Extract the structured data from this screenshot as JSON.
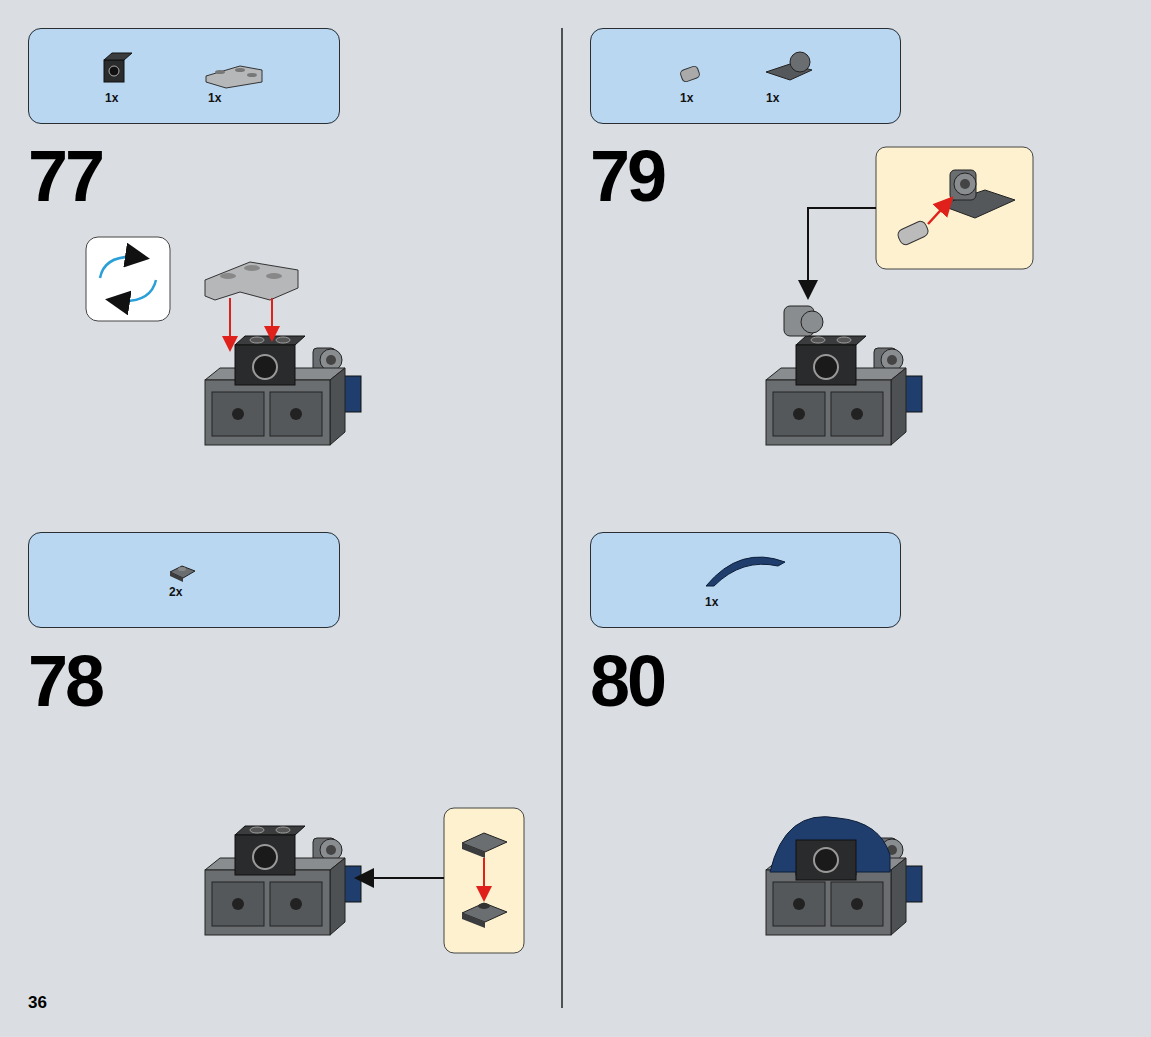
{
  "diagram": {
    "nodes": [
      {
        "text": [
          "1x",
          "1x"
        ]
      },
      {
        "text": [
          "2x"
        ]
      },
      {
        "text": [
          "1x",
          "1x"
        ]
      },
      {
        "text": [
          "1x"
        ]
      }
    ],
    "labels": [
      "77",
      "78",
      "79",
      "80",
      "36"
    ]
  }
}
